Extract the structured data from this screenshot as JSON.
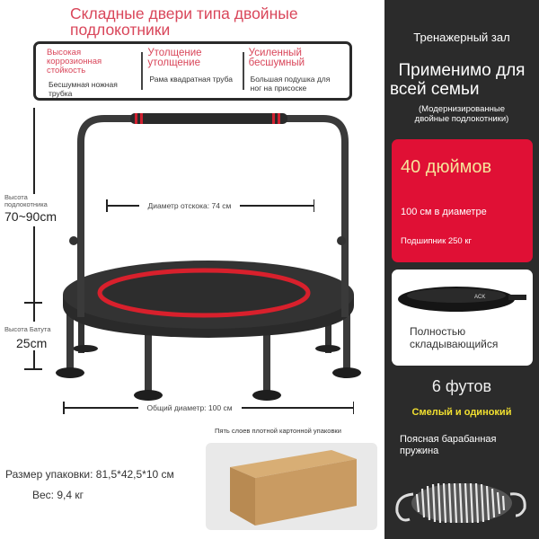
{
  "header": {
    "title_line1": "Складные двери типа двойные",
    "title_line2": "подлокотники"
  },
  "features": [
    {
      "heading": "Высокая коррозионная стойкость",
      "description": "Бесшумная ножная трубка"
    },
    {
      "heading": "Утолщение утолщение",
      "description": "Рама квадратная труба"
    },
    {
      "heading": "Усиленный бесшумный",
      "description": "Большая подушка для ног на присоске"
    }
  ],
  "dimensions": {
    "handle_height_label": "Высота подлокотника",
    "handle_height_value": "70~90cm",
    "trampoline_height_label": "Высота Батута",
    "trampoline_height_value": "25cm",
    "bounce_diameter": "Диаметр отскока: 74 см",
    "overall_diameter": "Общий диаметр: 100 см"
  },
  "packaging": {
    "caption": "Пять слоев плотной картонной упаковки",
    "size": "Размер упаковки: 81,5*42,5*10 см",
    "weight": "Вес: 9,4 кг"
  },
  "side_panel": {
    "category": "Тренажерный зал",
    "audience_line1": "Применимо для",
    "audience_line2": "всей семьи",
    "note_line1": "(Модернизированные",
    "note_line2": "двойные подлокотники)",
    "size_card": {
      "size": "40 дюймов",
      "diameter": "100 см в диаметре",
      "bearing": "Подшипник 250 кг"
    },
    "fold_card": {
      "line1": "Полностью",
      "line2": "складывающийся"
    },
    "legs": "6 футов",
    "slogan": "Смелый и одинокий",
    "spring_line1": "Поясная барабанная",
    "spring_line2": "пружина"
  },
  "colors": {
    "accent_red": "#e01035",
    "title_red": "#d9465a",
    "panel_dark": "#2b2b2b",
    "slogan_yellow": "#f2e030",
    "size_text": "#f6e39a"
  }
}
